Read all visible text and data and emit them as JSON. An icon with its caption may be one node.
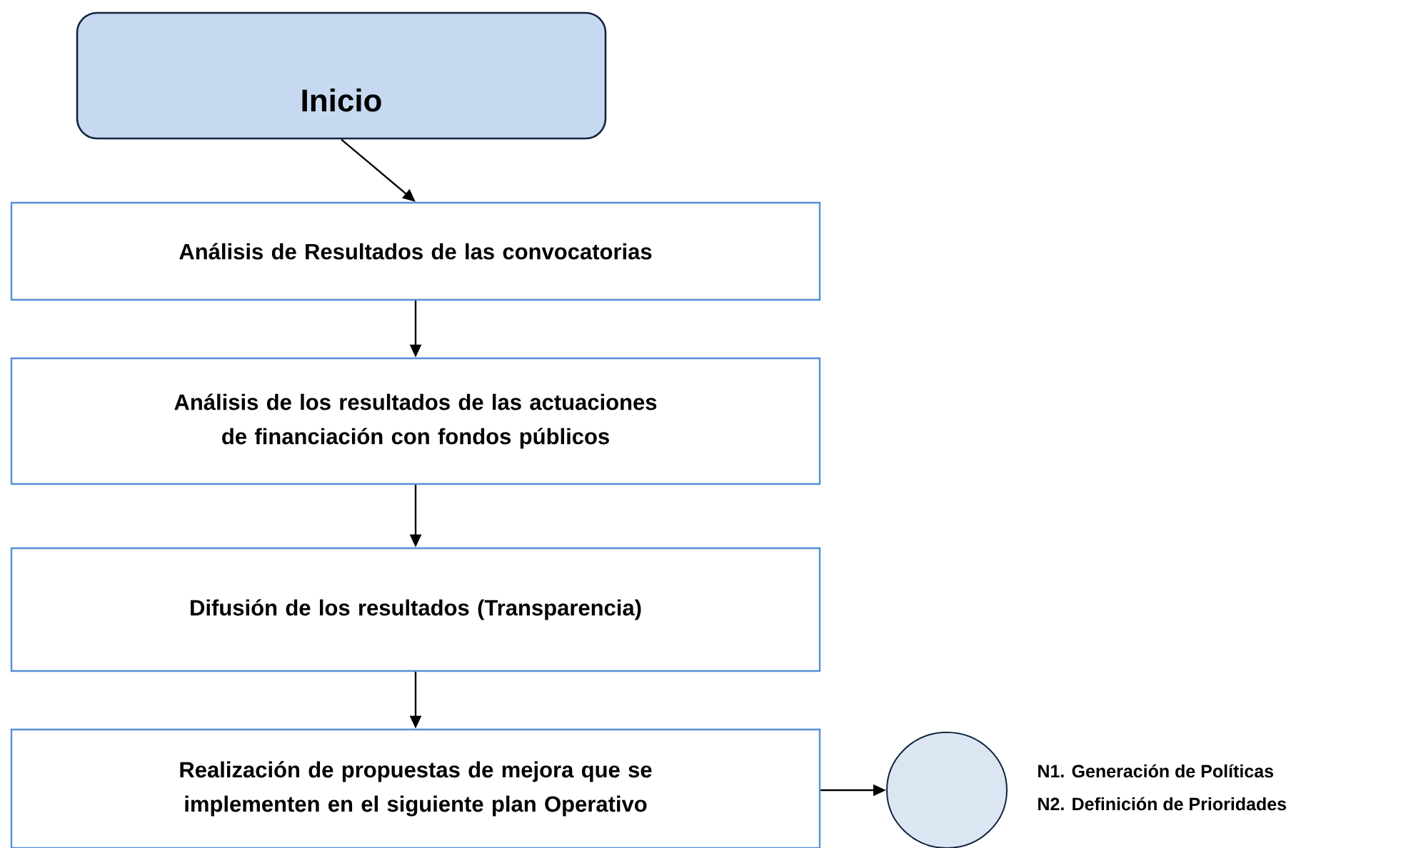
{
  "diagram": {
    "nodes": [
      {
        "text": [
          "Inicio"
        ]
      },
      {
        "text": [
          "Análisis de Resultados de las convocatorias"
        ]
      },
      {
        "text": [
          "Análisis de los resultados de las actuaciones de financiación con fondos públicos"
        ]
      },
      {
        "text": [
          "Difusión de los resultados (Transparencia)"
        ]
      },
      {
        "text": [
          "Realización de propuestas de mejora que se implementen en el siguiente plan Operativo"
        ]
      },
      {
        "text": [],
        "shape": "circle"
      }
    ],
    "edges": [
      {
        "from": 0,
        "to": 1,
        "arrow": "to"
      },
      {
        "from": 1,
        "to": 2,
        "arrow": "to"
      },
      {
        "from": 2,
        "to": 3,
        "arrow": "to"
      },
      {
        "from": 3,
        "to": 4,
        "arrow": "to"
      },
      {
        "from": 4,
        "to": 5,
        "arrow": "to"
      }
    ],
    "labels": [
      "N1. Generación de Políticas",
      "N2. Definición de Prioridades"
    ]
  }
}
